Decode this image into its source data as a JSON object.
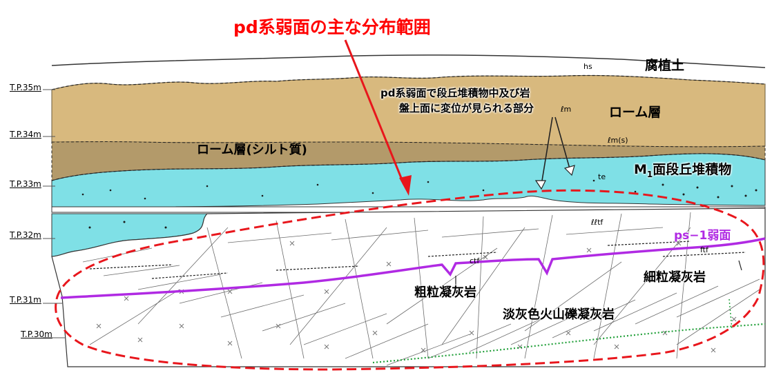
{
  "title": "pd系弱面の主な分布範囲",
  "callout": "pd系弱面で段丘堆積物中及び岩盤上面に変位が見られる部分",
  "callout_line1": "pd系弱面で段丘堆積物中及び岩",
  "callout_line2": "盤上面に変位が見られる部分",
  "elevations": [
    "T.P.35m",
    "T.P.34m",
    "T.P.33m",
    "T.P.32m",
    "T.P.31m",
    "T.P.30m"
  ],
  "layers": {
    "humus": "腐植土",
    "loam": "ローム層",
    "loam_silty": "ローム層(シルト質)",
    "terrace_prefix": "M",
    "terrace_sub": "1",
    "terrace_suffix": "面段丘堆積物",
    "ps1": "ps−1弱面",
    "fine_tuff": "細粒凝灰岩",
    "coarse_tuff": "粗粒凝灰岩",
    "lapilli_tuff": "淡灰色火山礫凝灰岩"
  },
  "sketch_symbols": {
    "hs": "hs",
    "lm": "ℓm",
    "lm_s": "ℓm(s)",
    "te": "te",
    "lltf": "ℓℓtf",
    "ctf": "ctf",
    "ftf": "ftf"
  },
  "colors": {
    "title_red": "#ff0000",
    "dashed_ellipse": "#e8161c",
    "loam": "#d8b97e",
    "loam_silty": "#b39a6a",
    "terrace": "#7fe0e6",
    "ps1_line": "#b02ae3",
    "green_dotted": "#22a03a"
  }
}
